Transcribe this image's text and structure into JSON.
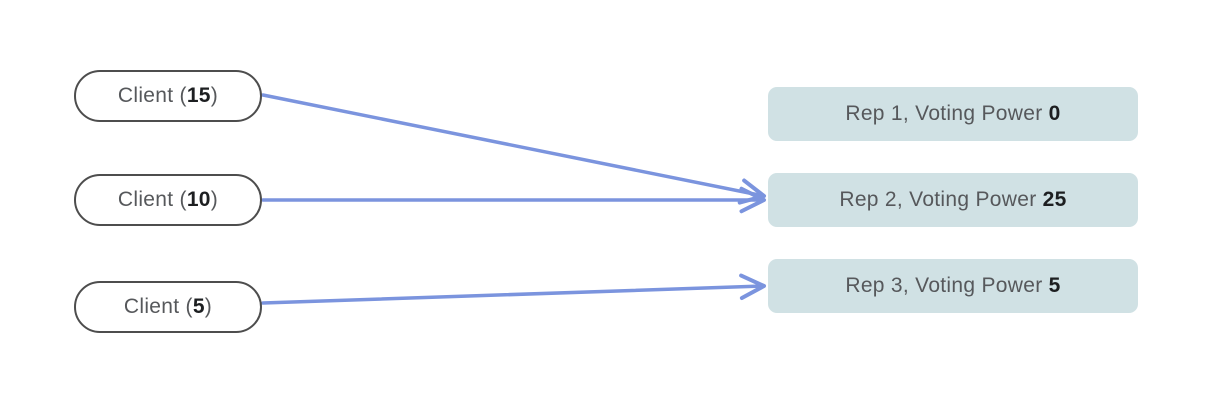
{
  "clients": [
    {
      "prefix": "Client (",
      "value": "15",
      "suffix": ")"
    },
    {
      "prefix": "Client (",
      "value": "10",
      "suffix": ")"
    },
    {
      "prefix": "Client (",
      "value": "5",
      "suffix": ")"
    }
  ],
  "reps": [
    {
      "prefix": "Rep 1, Voting Power ",
      "value": "0"
    },
    {
      "prefix": "Rep 2, Voting Power ",
      "value": "25"
    },
    {
      "prefix": "Rep 3, Voting Power ",
      "value": "5"
    }
  ],
  "edges": [
    {
      "from": "Client (15)",
      "to": "Rep 2, Voting Power 25"
    },
    {
      "from": "Client (10)",
      "to": "Rep 2, Voting Power 25"
    },
    {
      "from": "Client (5)",
      "to": "Rep 3, Voting Power 5"
    }
  ],
  "colors": {
    "arrow": "#7b94de",
    "client_border": "#4d4d4d",
    "rep_fill": "#d0e1e4",
    "label_text": "#56585b",
    "value_text": "#1d1f21",
    "background": "#ffffff"
  }
}
